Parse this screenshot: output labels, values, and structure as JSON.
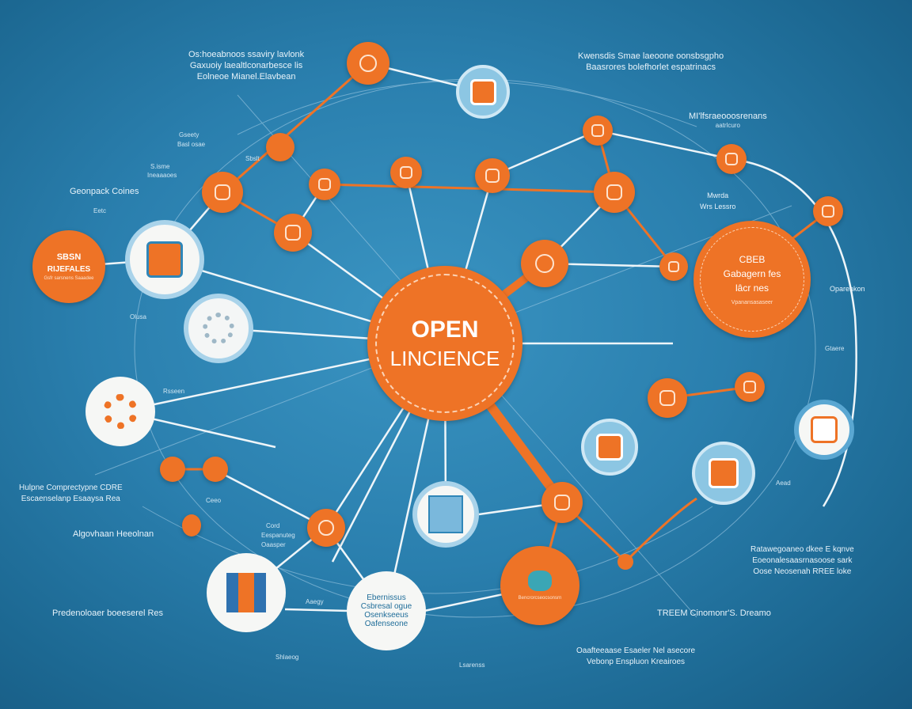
{
  "center": {
    "line1": "OPEN",
    "line2": "LINCIENCE"
  },
  "colors": {
    "orange": "#ee7326",
    "background": "#2a7fae",
    "line": "#e9f2f7"
  },
  "left_node": {
    "title": "SBSN",
    "subtitle": "RIJEFALES",
    "caption": "Gsfr sarsnens Saaadee"
  },
  "right_node": {
    "line1": "CBEB",
    "line2": "Gabagern fes",
    "line3": "lâcr nes",
    "caption": "Vpanansasaseer"
  },
  "bottom_node": {
    "lines": [
      "Ebernissus",
      "Csbresal ogue",
      "Osenkseeus",
      "Oafenseone"
    ]
  },
  "bottom_orange_caption": "Bencrorcseocsonsrn",
  "top_left_block": [
    "Os:hoeabnoos ssaviry lavlonk",
    "Gaxuoiy laealtlconarbesce lis",
    "Eolneoe Mianel.Elavbean"
  ],
  "top_right_block": [
    "Kwensdis Smae laeoone oonsbsgpho",
    "Baasrores bolefhorlet espatrinacs"
  ],
  "labels": {
    "geonpack": "Geonpack Coines",
    "mi_block": [
      "MI'lfsraeooosrenans",
      "aatrlcuro"
    ],
    "oparenkon": "Oparenkon",
    "mwda": [
      "Mwrda",
      "Wrs Lessro"
    ],
    "hulpne": [
      "Hulpne Comprectypne CDRE",
      "Escaenselanp Esaaysa Rea"
    ],
    "algovi": "Algovhaan Heeolnan",
    "predeni": "Predenoloaer boeeserel Res",
    "rate_block": [
      "Ratawegoaneo dkee E kqnve",
      "Eoeonalesaasrnasoose sark",
      "Oose Neosenah RREE loke"
    ],
    "treem": "TREEM Cinomonr'S. Dreamo",
    "oafl_block": [
      "Oaafteeaase Esaeler Nel asecore",
      "Vebonp Enspluon Kreairoes"
    ],
    "small": [
      "Gseety",
      "Basl osae",
      "S.isme",
      "Ineaaaoes",
      "Eetc",
      "Sbslt",
      "Olusa",
      "Rsseen",
      "Ceeo",
      "Cord",
      "Eespanuteg",
      "Oaasper",
      "Aaegy",
      "Shlaeog",
      "Lsarenss",
      "Aead",
      "Gtaere"
    ]
  }
}
